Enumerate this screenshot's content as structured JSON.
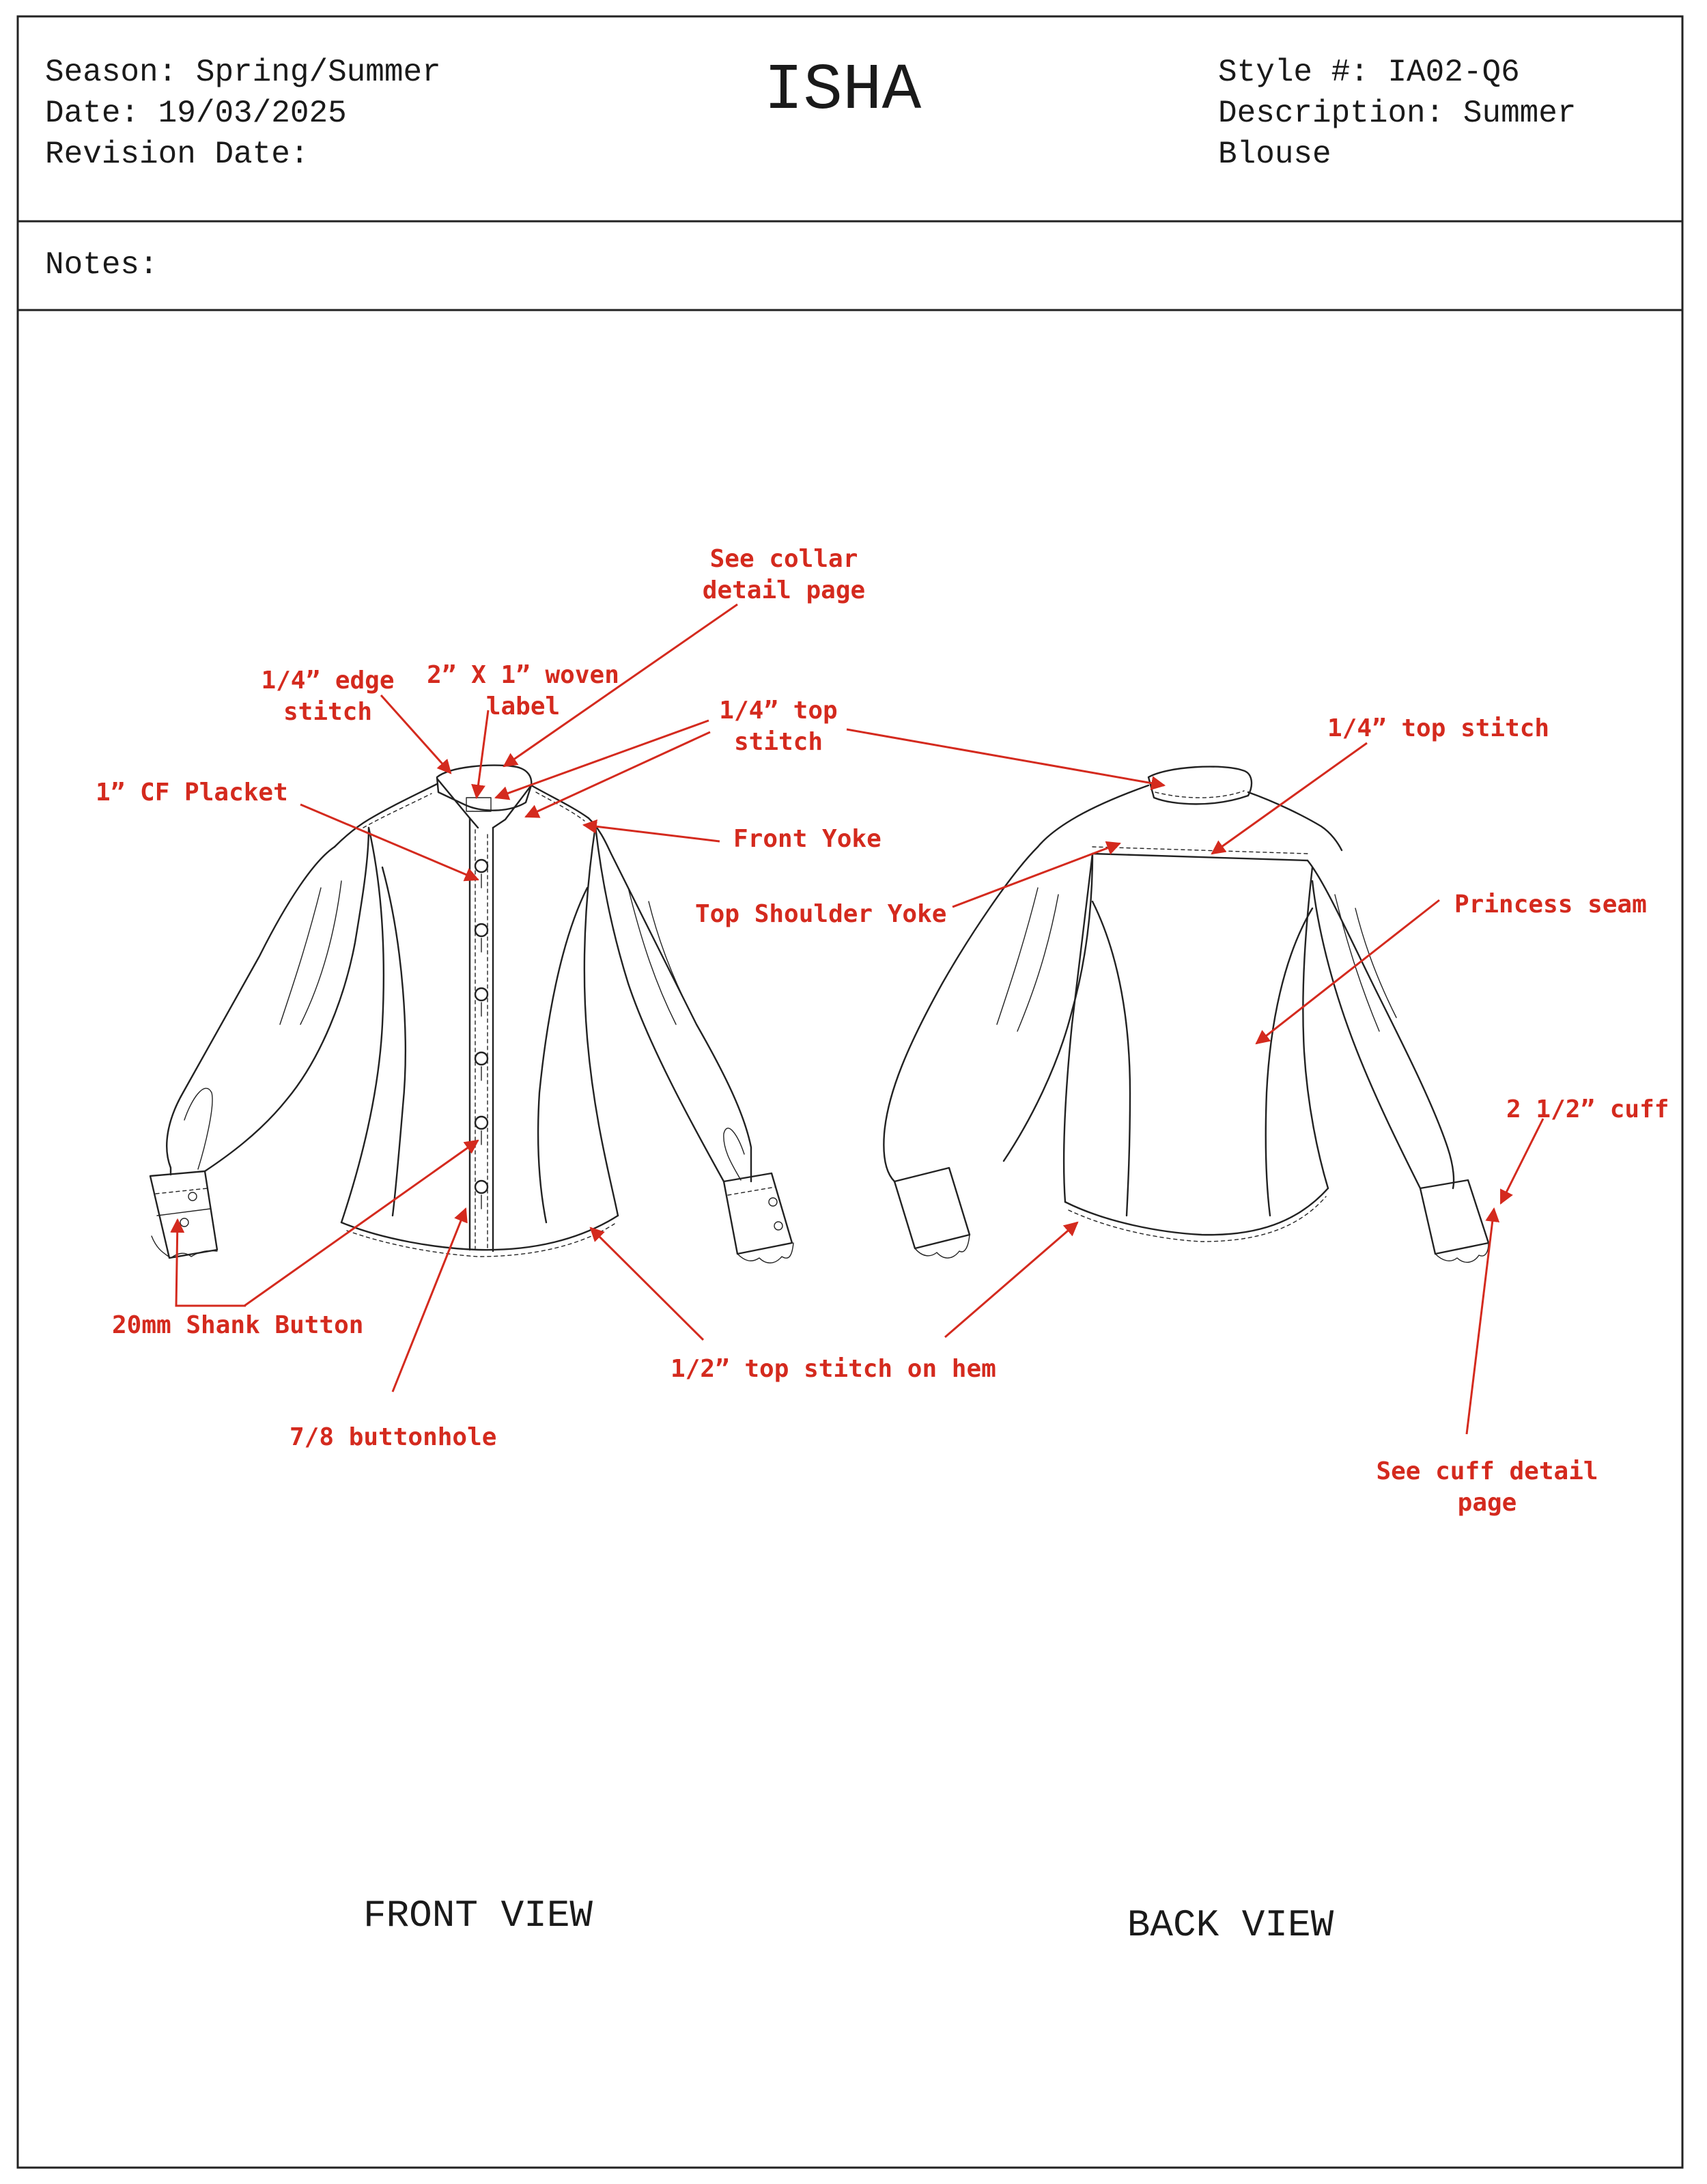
{
  "header": {
    "season": "Season: Spring/Summer",
    "date": "Date: 19/03/2025",
    "revision_date": "Revision Date:",
    "brand": "ISHA",
    "style_number": "Style #: IA02-Q6",
    "description_line1": "Description: Summer",
    "description_line2": "Blouse"
  },
  "notes_label": "Notes:",
  "views": {
    "front": "FRONT VIEW",
    "back": "BACK VIEW"
  },
  "annotations": {
    "see_collar_1": "See collar",
    "see_collar_2": "detail page",
    "edge_stitch_1": "1/4” edge",
    "edge_stitch_2": "stitch",
    "woven_label_1": "2” X 1” woven",
    "woven_label_2": "label",
    "top_stitch_1": "1/4” top",
    "top_stitch_2": "stitch",
    "cf_placket": "1” CF Placket",
    "front_yoke": "Front Yoke",
    "top_shoulder_yoke": "Top Shoulder Yoke",
    "back_top_stitch": "1/4” top stitch",
    "princess_seam": "Princess seam",
    "cuff": "2 1/2” cuff",
    "shank_button": "20mm Shank Button",
    "hem_top_stitch": "1/2” top stitch on hem",
    "buttonhole": "7/8 buttonhole",
    "see_cuff_1": "See cuff detail",
    "see_cuff_2": "page"
  },
  "colors": {
    "annotation": "#d42a1e",
    "line": "#222222"
  }
}
